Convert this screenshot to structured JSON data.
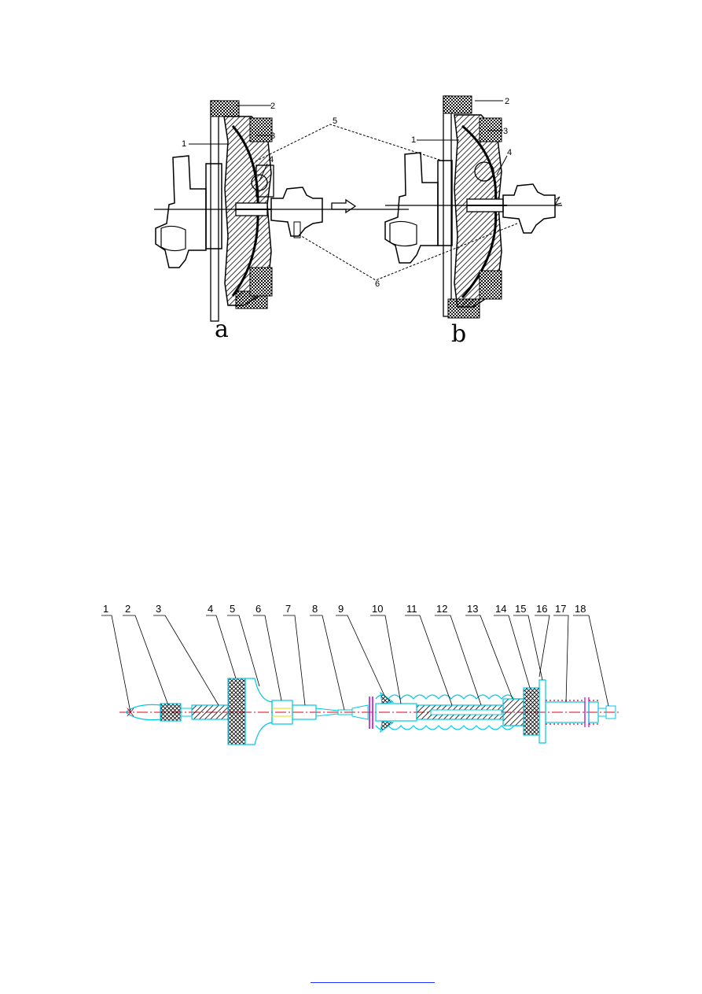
{
  "figure_a": {
    "caption": "a",
    "callouts": [
      "1",
      "2",
      "3",
      "4",
      "5",
      "6"
    ]
  },
  "figure_b": {
    "caption": "b",
    "callouts": [
      "1",
      "2",
      "3",
      "4",
      "5",
      "6"
    ]
  },
  "figure_c": {
    "callouts": [
      "1",
      "2",
      "3",
      "4",
      "5",
      "6",
      "7",
      "8",
      "9",
      "10",
      "11",
      "12",
      "13",
      "14",
      "15",
      "16",
      "17",
      "18"
    ]
  },
  "colors": {
    "drawing": "#000000",
    "cable": "#00c8e6",
    "centerline": "#e0001a",
    "flange": "#c000c0",
    "link": "#1a2fff"
  }
}
